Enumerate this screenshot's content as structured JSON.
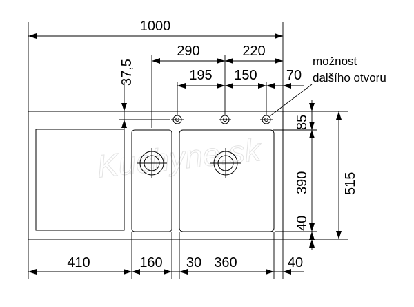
{
  "dimensions": {
    "total_width": "1000",
    "top_290": "290",
    "top_220": "220",
    "inner_195": "195",
    "inner_150": "150",
    "edge_70": "70",
    "edge_37_5": "37,5",
    "right_85": "85",
    "right_390": "390",
    "right_40": "40",
    "total_depth": "515",
    "bottom_410": "410",
    "bottom_160": "160",
    "bottom_30": "30",
    "bottom_360": "360",
    "bottom_40": "40"
  },
  "annotation": {
    "line1": "možnost",
    "line2": "dalšího otvoru"
  },
  "watermark": "Kuchyne.sk"
}
